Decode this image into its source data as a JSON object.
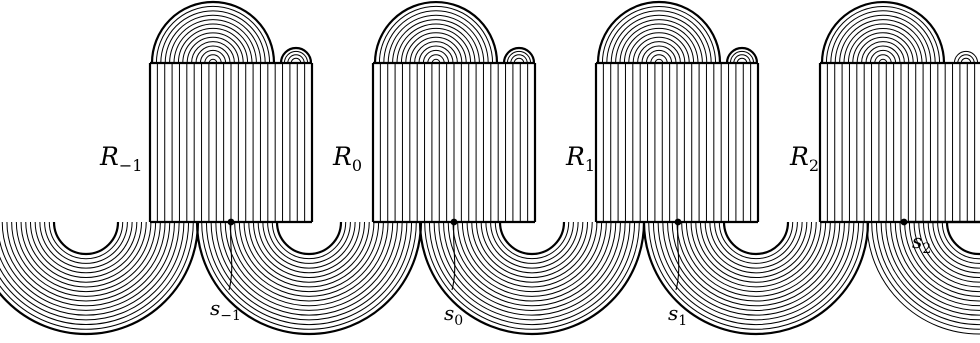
{
  "diagram": {
    "regions": [
      {
        "name": "R",
        "index": "−1"
      },
      {
        "name": "R",
        "index": "0"
      },
      {
        "name": "R",
        "index": "1"
      },
      {
        "name": "R",
        "index": "2"
      }
    ],
    "points": [
      {
        "name": "s",
        "index": "−1"
      },
      {
        "name": "s",
        "index": "0"
      },
      {
        "name": "s",
        "index": "1"
      },
      {
        "name": "s",
        "index": "2"
      }
    ],
    "colors": {
      "ink": "#000000",
      "background": "#ffffff"
    }
  }
}
